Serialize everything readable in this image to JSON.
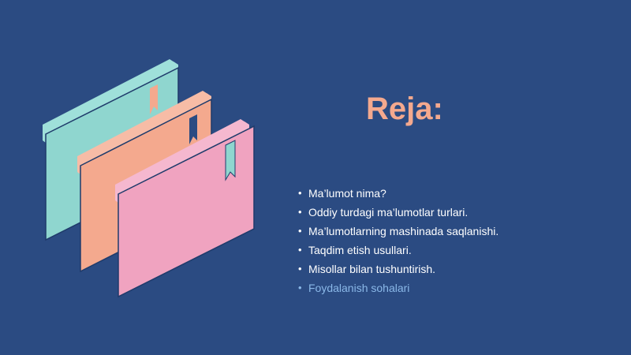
{
  "slide": {
    "title": "Reja:",
    "items": [
      {
        "text": "Ma’lumot nima?"
      },
      {
        "text": "Oddiy turdagi ma’lumotlar turlari."
      },
      {
        "text": "Ma’lumotlarning mashinada saqlanishi."
      },
      {
        "text": "Taqdim etish usullari."
      },
      {
        "text": "Misollar bilan tushuntirish."
      },
      {
        "text": "Foydalanish sohalari"
      }
    ]
  },
  "colors": {
    "background": "#2b4b82",
    "title": "#f4a98e",
    "folder_teal": "#8fd6cf",
    "folder_peach": "#f4a98e",
    "folder_pink": "#f0a3c0",
    "muted_item": "#8ab8e8"
  },
  "illustration": {
    "icon": "stacked-folders-icon"
  }
}
